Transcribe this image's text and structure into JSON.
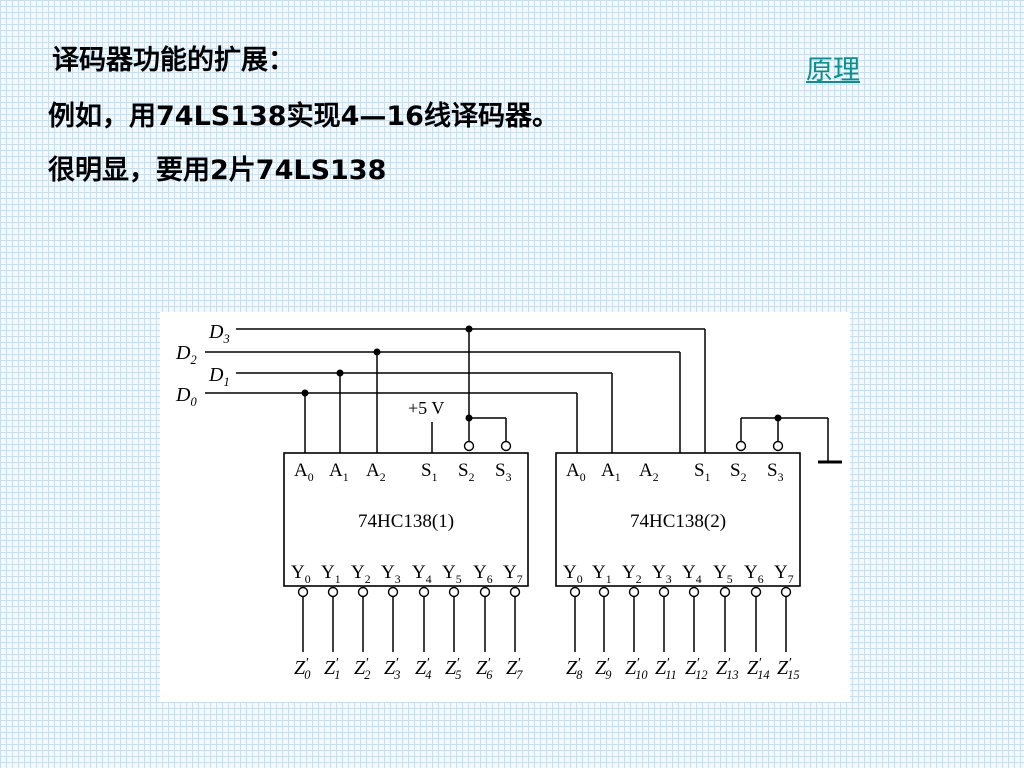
{
  "text": {
    "line1": "译码器功能的扩展：",
    "line2": "例如，用74LS138实现4—16线译码器。",
    "line3": "很明显，要用2片74LS138",
    "link": "原理"
  },
  "diagram": {
    "inputs": [
      {
        "base": "D",
        "sub": "3"
      },
      {
        "base": "D",
        "sub": "2"
      },
      {
        "base": "D",
        "sub": "1"
      },
      {
        "base": "D",
        "sub": "0"
      }
    ],
    "supply": "+5 V",
    "chips": [
      {
        "name": "74HC138(1)"
      },
      {
        "name": "74HC138(2)"
      }
    ],
    "top_pins": [
      {
        "base": "A",
        "sub": "0"
      },
      {
        "base": "A",
        "sub": "1"
      },
      {
        "base": "A",
        "sub": "2"
      },
      {
        "base": "S",
        "sub": "1"
      },
      {
        "base": "S",
        "sub": "2"
      },
      {
        "base": "S",
        "sub": "3"
      }
    ],
    "bottom_pins": [
      {
        "base": "Y",
        "sub": "0"
      },
      {
        "base": "Y",
        "sub": "1"
      },
      {
        "base": "Y",
        "sub": "2"
      },
      {
        "base": "Y",
        "sub": "3"
      },
      {
        "base": "Y",
        "sub": "4"
      },
      {
        "base": "Y",
        "sub": "5"
      },
      {
        "base": "Y",
        "sub": "6"
      },
      {
        "base": "Y",
        "sub": "7"
      }
    ],
    "outputs": [
      {
        "base": "Z",
        "sub": "0"
      },
      {
        "base": "Z",
        "sub": "1"
      },
      {
        "base": "Z",
        "sub": "2"
      },
      {
        "base": "Z",
        "sub": "3"
      },
      {
        "base": "Z",
        "sub": "4"
      },
      {
        "base": "Z",
        "sub": "5"
      },
      {
        "base": "Z",
        "sub": "6"
      },
      {
        "base": "Z",
        "sub": "7"
      },
      {
        "base": "Z",
        "sub": "8"
      },
      {
        "base": "Z",
        "sub": "9"
      },
      {
        "base": "Z",
        "sub": "10"
      },
      {
        "base": "Z",
        "sub": "11"
      },
      {
        "base": "Z",
        "sub": "12"
      },
      {
        "base": "Z",
        "sub": "13"
      },
      {
        "base": "Z",
        "sub": "14"
      },
      {
        "base": "Z",
        "sub": "15"
      }
    ],
    "output_mark": "′"
  }
}
